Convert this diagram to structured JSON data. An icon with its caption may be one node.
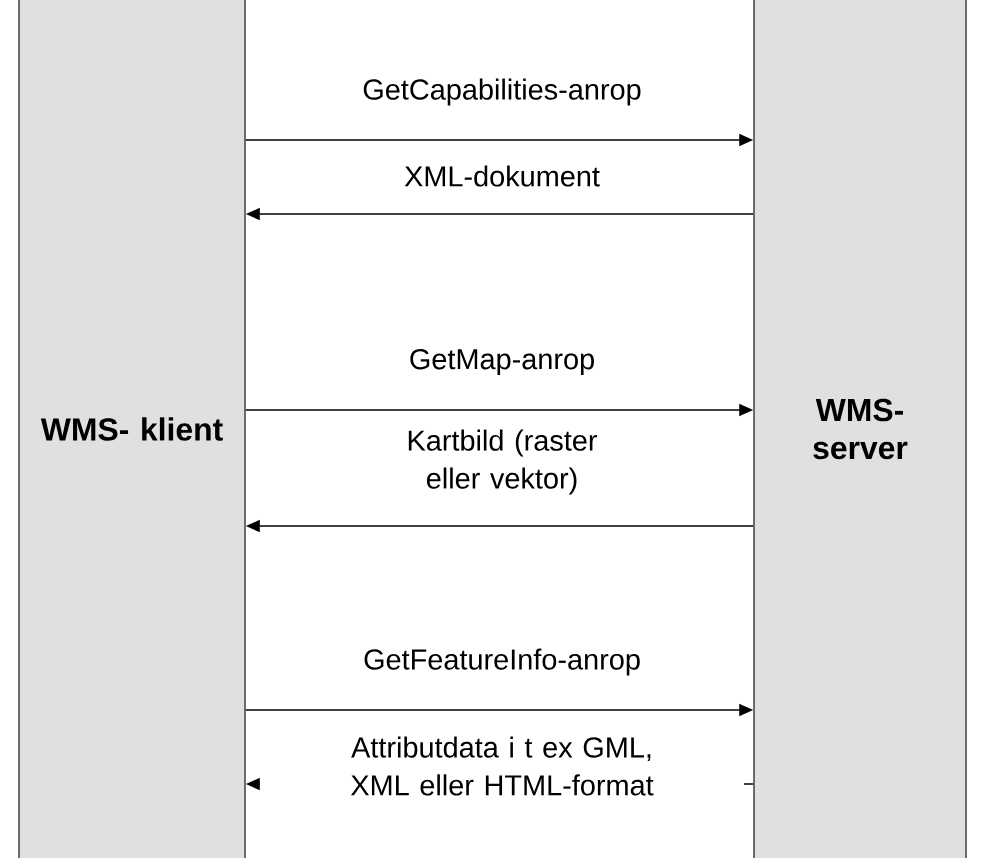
{
  "diagram": {
    "nodes": [
      {
        "text": [
          "WMS- klient"
        ]
      },
      {
        "text": [
          "WMS- server"
        ]
      }
    ],
    "edges": [
      {
        "from": 0,
        "to": 1,
        "arrow": "to",
        "label": "GetCapabilities-anrop"
      },
      {
        "from": 1,
        "to": 0,
        "arrow": "to",
        "label": "XML-dokument"
      },
      {
        "from": 0,
        "to": 1,
        "arrow": "to",
        "label": "GetMap-anrop"
      },
      {
        "from": 1,
        "to": 0,
        "arrow": "to",
        "label": "Kartbild (raster eller vektor)"
      },
      {
        "from": 0,
        "to": 1,
        "arrow": "to",
        "label": "GetFeatureInfo-anrop"
      },
      {
        "from": 1,
        "to": 0,
        "arrow": "to",
        "label": "Attributdata i t ex GML, XML eller HTML-format"
      }
    ]
  }
}
